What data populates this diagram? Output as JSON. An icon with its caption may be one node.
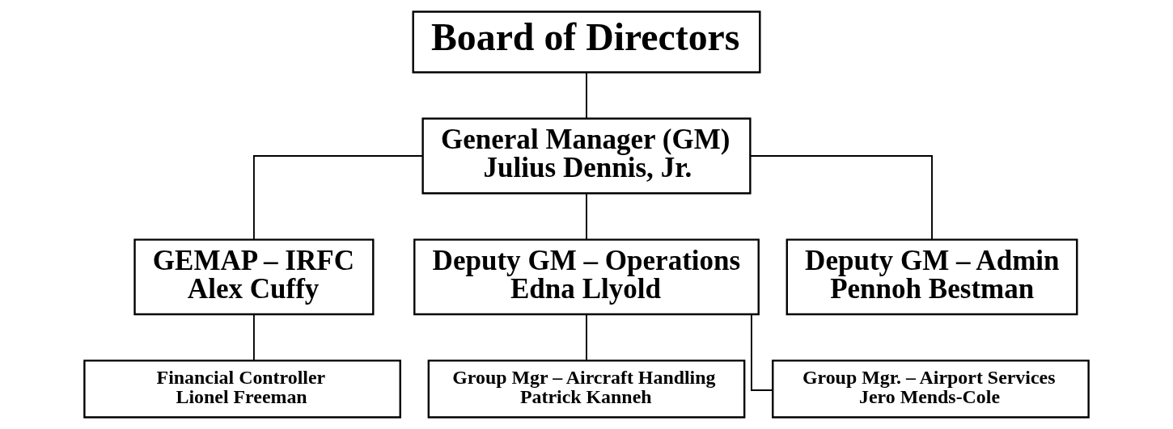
{
  "diagram": {
    "nodes": [
      {
        "text": [
          "Board of Directors"
        ]
      },
      {
        "text": [
          "General Manager (GM)",
          "Julius Dennis, Jr."
        ]
      },
      {
        "text": [
          "GEMAP – IRFC",
          "Alex Cuffy"
        ]
      },
      {
        "text": [
          "Deputy GM – Operations",
          "Edna Llyold"
        ]
      },
      {
        "text": [
          "Deputy GM – Admin",
          "Pennoh Bestman"
        ]
      },
      {
        "text": [
          "Group Mgr – Aircraft Handling",
          "Patrick Kanneh"
        ]
      },
      {
        "text": [
          "Group Mgr. – Airport Services",
          "Jero Mends-Cole"
        ]
      },
      {
        "text": [
          "Financial Controller",
          "Lionel Freeman"
        ]
      }
    ],
    "edges": [
      {
        "from": 0,
        "to": 1,
        "arrow": "none"
      },
      {
        "from": 1,
        "to": 2,
        "arrow": "none"
      },
      {
        "from": 1,
        "to": 3,
        "arrow": "none"
      },
      {
        "from": 1,
        "to": 4,
        "arrow": "none"
      },
      {
        "from": 3,
        "to": 5,
        "arrow": "none"
      },
      {
        "from": 3,
        "to": 6,
        "arrow": "none"
      },
      {
        "from": 2,
        "to": 7,
        "arrow": "none"
      }
    ]
  }
}
